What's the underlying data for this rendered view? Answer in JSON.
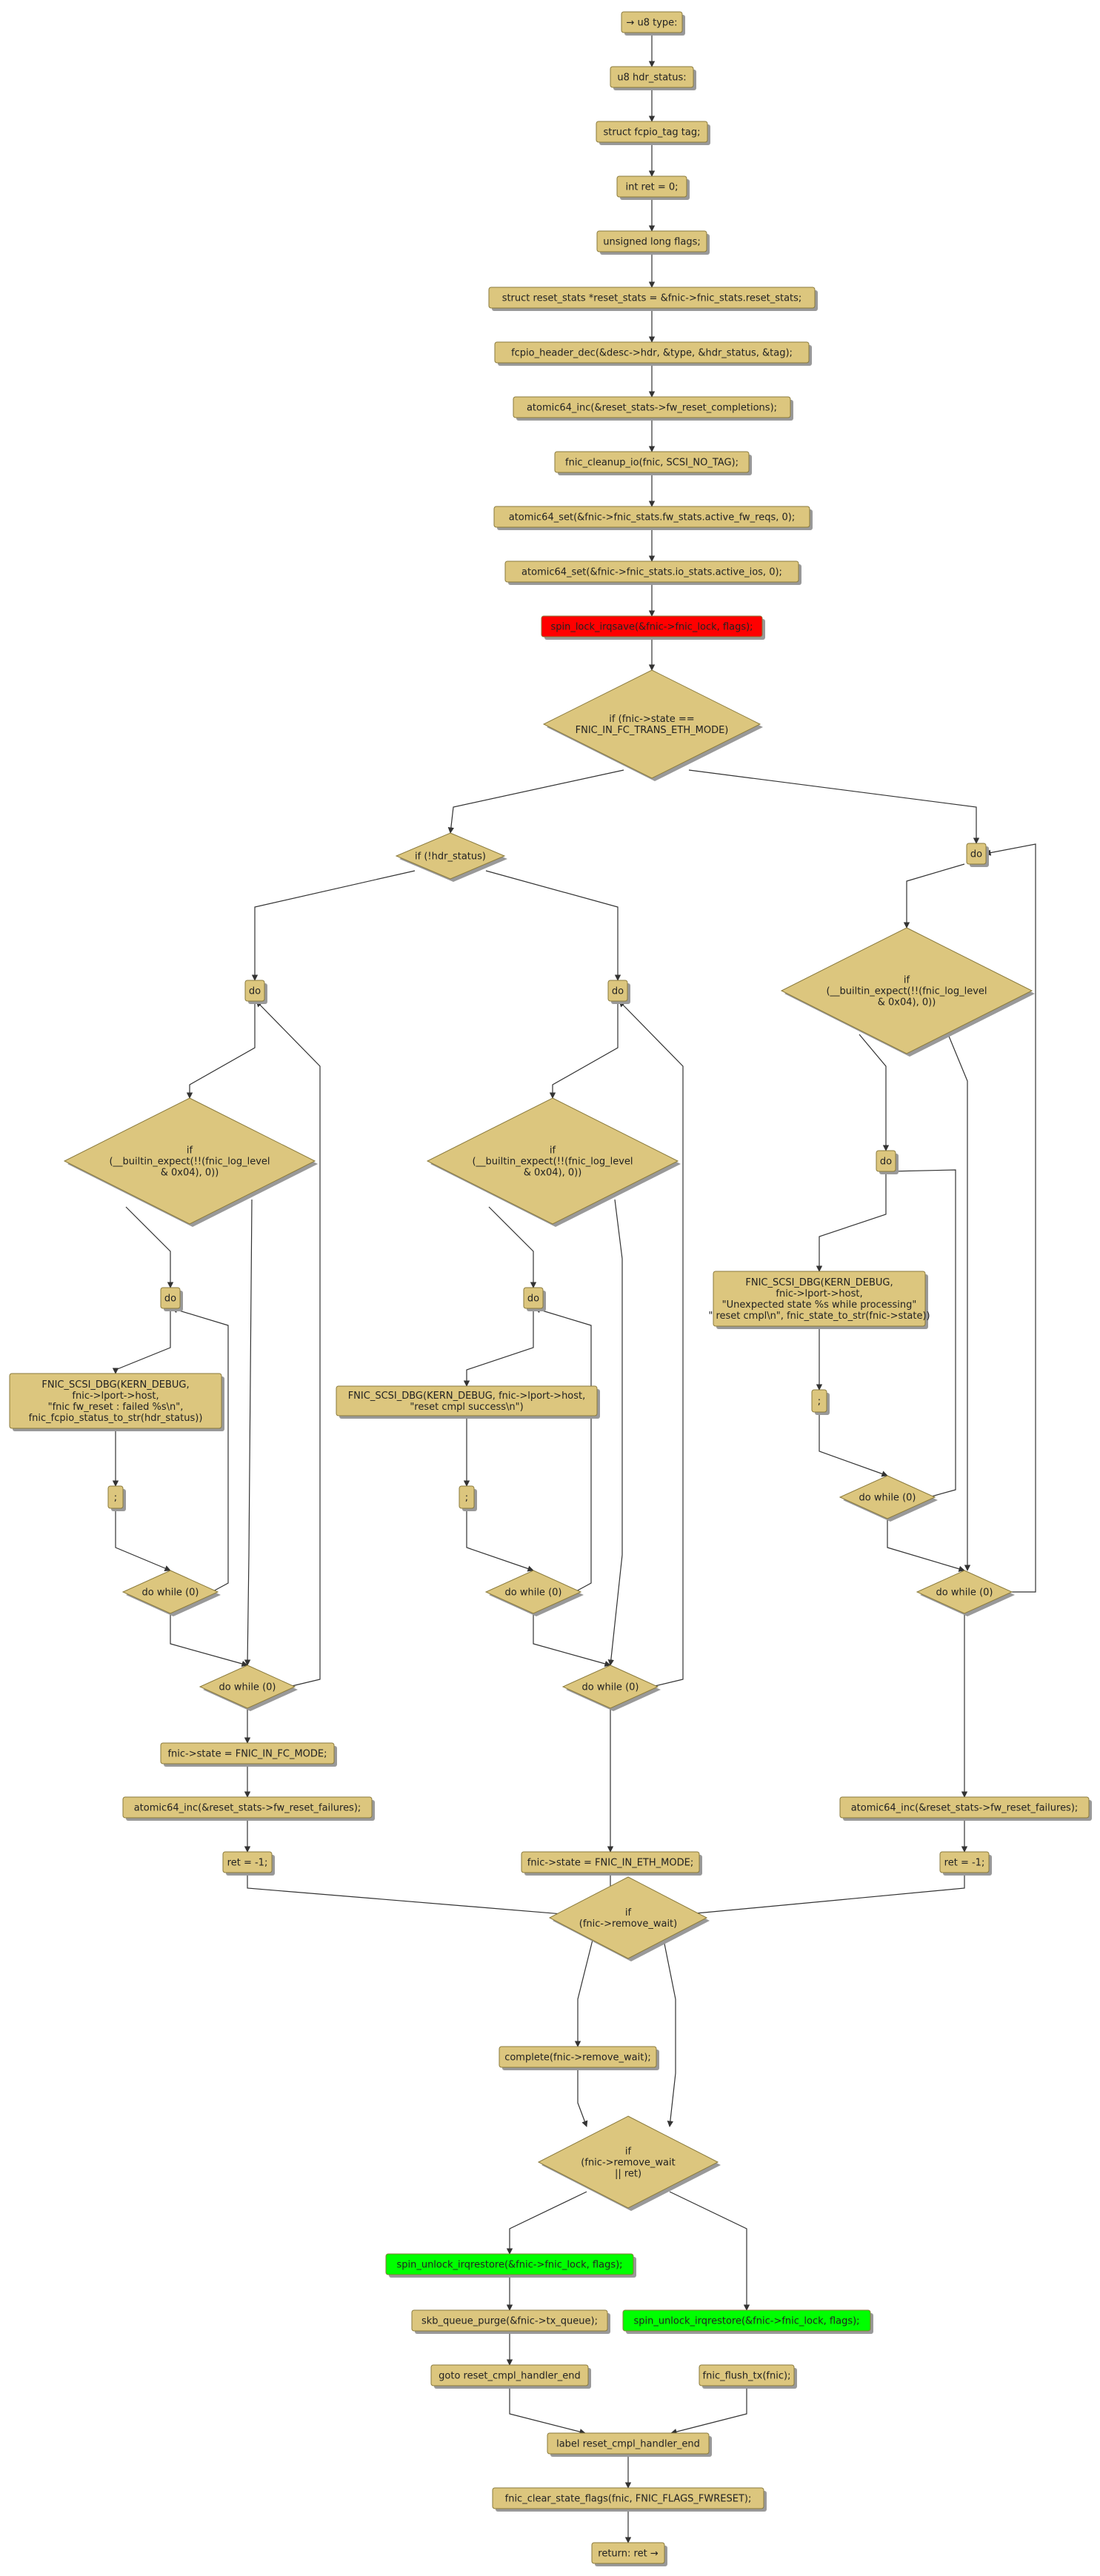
{
  "nodes": {
    "n1": {
      "lines": [
        "→ u8 type:"
      ],
      "style": "box"
    },
    "n2": {
      "lines": [
        "u8 hdr_status:"
      ],
      "style": "box"
    },
    "n3": {
      "lines": [
        "struct fcpio_tag tag;"
      ],
      "style": "box"
    },
    "n4": {
      "lines": [
        "int ret = 0;"
      ],
      "style": "box"
    },
    "n5": {
      "lines": [
        "unsigned long flags;"
      ],
      "style": "box"
    },
    "n6": {
      "lines": [
        "struct reset_stats *reset_stats = &fnic->fnic_stats.reset_stats;"
      ],
      "style": "box"
    },
    "n7": {
      "lines": [
        "fcpio_header_dec(&desc->hdr, &type, &hdr_status, &tag);"
      ],
      "style": "box"
    },
    "n8": {
      "lines": [
        "atomic64_inc(&reset_stats->fw_reset_completions);"
      ],
      "style": "box"
    },
    "n9": {
      "lines": [
        "fnic_cleanup_io(fnic, SCSI_NO_TAG);"
      ],
      "style": "box"
    },
    "n10": {
      "lines": [
        "atomic64_set(&fnic->fnic_stats.fw_stats.active_fw_reqs, 0);"
      ],
      "style": "box"
    },
    "n11": {
      "lines": [
        "atomic64_set(&fnic->fnic_stats.io_stats.active_ios, 0);"
      ],
      "style": "box"
    },
    "n12": {
      "lines": [
        "spin_lock_irqsave(&fnic->fnic_lock, flags);"
      ],
      "style": "red"
    },
    "d1": {
      "lines": [
        "if (fnic->state ==",
        "FNIC_IN_FC_TRANS_ETH_MODE)"
      ],
      "style": "diamond"
    },
    "d2": {
      "lines": [
        "if (!hdr_status)"
      ],
      "style": "diamond"
    },
    "do_r": {
      "lines": [
        "do"
      ],
      "style": "box"
    },
    "do_l": {
      "lines": [
        "do"
      ],
      "style": "box"
    },
    "do_m": {
      "lines": [
        "do"
      ],
      "style": "box"
    },
    "d_l1": {
      "lines": [
        "if",
        "(__builtin_expect(!!(fnic_log_level",
        "& 0x04), 0))"
      ],
      "style": "diamond"
    },
    "d_m1": {
      "lines": [
        "if",
        "(__builtin_expect(!!(fnic_log_level",
        "& 0x04), 0))"
      ],
      "style": "diamond"
    },
    "d_r1": {
      "lines": [
        "if",
        "(__builtin_expect(!!(fnic_log_level",
        "& 0x04), 0))"
      ],
      "style": "diamond"
    },
    "do_l2": {
      "lines": [
        "do"
      ],
      "style": "box"
    },
    "do_m2": {
      "lines": [
        "do"
      ],
      "style": "box"
    },
    "do_r2": {
      "lines": [
        "do"
      ],
      "style": "box"
    },
    "dbg_l": {
      "lines": [
        "FNIC_SCSI_DBG(KERN_DEBUG,",
        "fnic->lport->host,",
        "\"fnic fw_reset : failed %s\\n\",",
        "fnic_fcpio_status_to_str(hdr_status))"
      ],
      "style": "box"
    },
    "dbg_m": {
      "lines": [
        "FNIC_SCSI_DBG(KERN_DEBUG, fnic->lport->host,",
        "\"reset cmpl success\\n\")"
      ],
      "style": "box"
    },
    "dbg_r": {
      "lines": [
        "FNIC_SCSI_DBG(KERN_DEBUG,",
        "fnic->lport->host,",
        "\"Unexpected state %s while processing\"",
        "\" reset cmpl\\n\", fnic_state_to_str(fnic->state))"
      ],
      "style": "box"
    },
    "semi_l": {
      "lines": [
        ";"
      ],
      "style": "box"
    },
    "semi_m": {
      "lines": [
        ";"
      ],
      "style": "box"
    },
    "semi_r": {
      "lines": [
        ";"
      ],
      "style": "box"
    },
    "dw_l1": {
      "lines": [
        "do while (0)"
      ],
      "style": "diamond"
    },
    "dw_m1": {
      "lines": [
        "do while (0)"
      ],
      "style": "diamond"
    },
    "dw_r1": {
      "lines": [
        "do while (0)"
      ],
      "style": "diamond"
    },
    "dw_l2": {
      "lines": [
        "do while (0)"
      ],
      "style": "diamond"
    },
    "dw_m2": {
      "lines": [
        "do while (0)"
      ],
      "style": "diamond"
    },
    "dw_r2": {
      "lines": [
        "do while (0)"
      ],
      "style": "diamond"
    },
    "st_l": {
      "lines": [
        "fnic->state = FNIC_IN_FC_MODE;"
      ],
      "style": "box"
    },
    "inc_l": {
      "lines": [
        "atomic64_inc(&reset_stats->fw_reset_failures);"
      ],
      "style": "box"
    },
    "ret_l": {
      "lines": [
        "ret = -1;"
      ],
      "style": "box"
    },
    "st_m": {
      "lines": [
        "fnic->state = FNIC_IN_ETH_MODE;"
      ],
      "style": "box"
    },
    "inc_r": {
      "lines": [
        "atomic64_inc(&reset_stats->fw_reset_failures);"
      ],
      "style": "box"
    },
    "ret_r": {
      "lines": [
        "ret = -1;"
      ],
      "style": "box"
    },
    "d_rw": {
      "lines": [
        "if",
        "(fnic->remove_wait)"
      ],
      "style": "diamond"
    },
    "cmpl": {
      "lines": [
        "complete(fnic->remove_wait);"
      ],
      "style": "box"
    },
    "d_rw2": {
      "lines": [
        "if",
        "(fnic->remove_wait",
        "|| ret)"
      ],
      "style": "diamond"
    },
    "unl_l": {
      "lines": [
        "spin_unlock_irqrestore(&fnic->fnic_lock, flags);"
      ],
      "style": "green"
    },
    "unl_r": {
      "lines": [
        "spin_unlock_irqrestore(&fnic->fnic_lock, flags);"
      ],
      "style": "green"
    },
    "purge": {
      "lines": [
        "skb_queue_purge(&fnic->tx_queue);"
      ],
      "style": "box"
    },
    "goto": {
      "lines": [
        "goto reset_cmpl_handler_end"
      ],
      "style": "box"
    },
    "flush": {
      "lines": [
        "fnic_flush_tx(fnic);"
      ],
      "style": "box"
    },
    "label": {
      "lines": [
        "label reset_cmpl_handler_end"
      ],
      "style": "box"
    },
    "clear": {
      "lines": [
        "fnic_clear_state_flags(fnic, FNIC_FLAGS_FWRESET);"
      ],
      "style": "box"
    },
    "ret_end": {
      "lines": [
        "return: ret →"
      ],
      "style": "box"
    }
  },
  "colors": {
    "box_fill": "#dcc67e",
    "box_stroke": "#8a7a3c",
    "shadow": "#999999",
    "red_fill": "#ff0000",
    "green_fill": "#00ff00",
    "edge": "#333333"
  }
}
